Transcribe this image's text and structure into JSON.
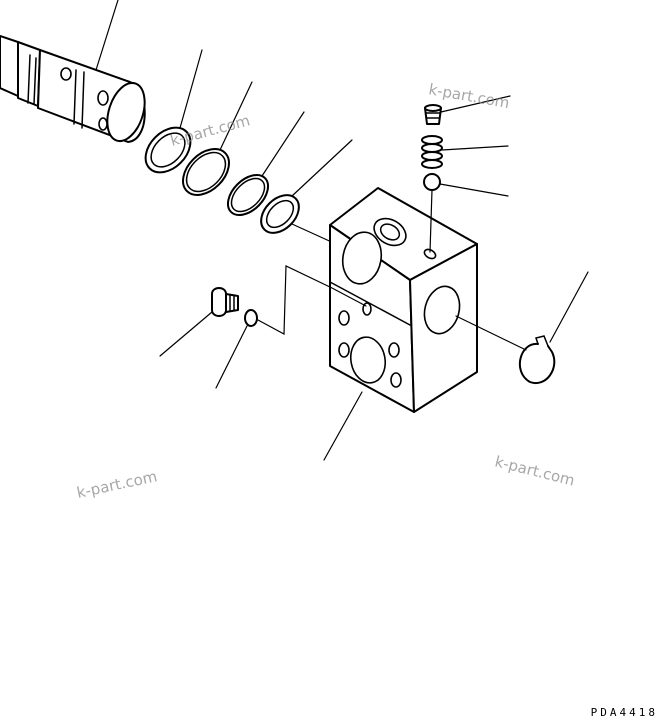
{
  "watermarks": [
    "k-part.com",
    "k-part.com",
    "k-part.com",
    "k-part.com"
  ],
  "drawing_code": "PDA4418"
}
